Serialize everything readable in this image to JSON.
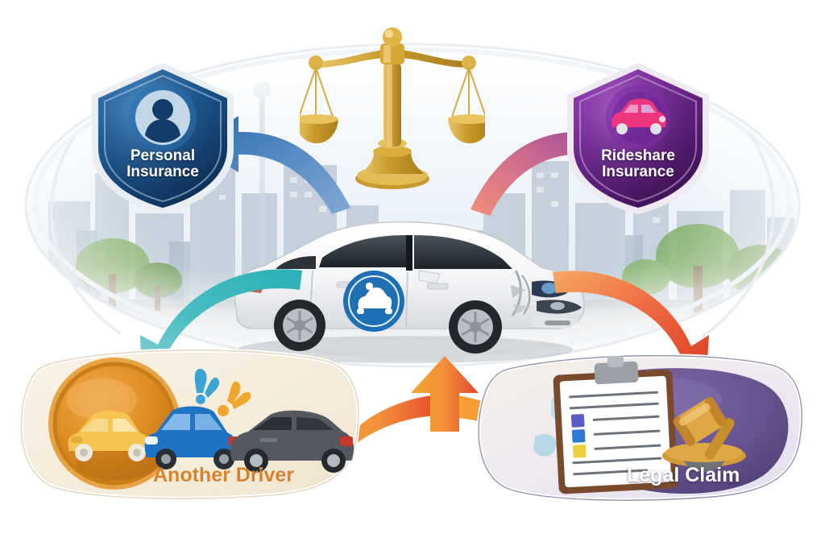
{
  "scene": {
    "title": "Rideshare accident insurance responsibility infographic",
    "background_color": "#ffffff"
  },
  "center": {
    "scales_icon": "scales-of-justice-icon",
    "scales_color": "#d4a32a",
    "vehicle": {
      "name": "damaged-rideshare-sedan",
      "body_color": "#f2f3f5",
      "badge": {
        "icon": "rideshare-car-badge-icon",
        "color": "#1f6fb5"
      },
      "damage": "front-right-fender-damage"
    },
    "backdrop": {
      "name": "city-street-backdrop",
      "sky_color": "#e8f0f6",
      "building_color": "#b9c7d4",
      "tree_color": "#7fae63",
      "road_color": "#c9cdd2"
    }
  },
  "nodes": [
    {
      "id": "personal-insurance",
      "label_line1": "Personal",
      "label_line2": "Insurance",
      "shape": "shield",
      "color_dark": "#0f3f73",
      "color_light": "#2d74b8",
      "icon": "person-avatar-icon"
    },
    {
      "id": "rideshare-insurance",
      "label_line1": "Rideshare",
      "label_line2": "Insurance",
      "shape": "shield",
      "color_dark": "#4d1a63",
      "color_light": "#8f32b0",
      "icon": "pink-car-icon",
      "icon_color": "#ef3b7f"
    },
    {
      "id": "another-driver",
      "label": "Another Driver",
      "shape": "blob-panel",
      "panel_color": "#f6eddc",
      "circle_color": "#e0902a",
      "label_color": "#d9822b",
      "icons": [
        "yellow-car-icon",
        "blue-car-icon",
        "gray-car-icon",
        "collision-burst-icon"
      ]
    },
    {
      "id": "legal-claim",
      "label": "Legal Claim",
      "shape": "blob-panel",
      "panel_color": "#ece9f3",
      "circle_color": "#6b5b93",
      "label_color": "#ffffff",
      "icons": [
        "clipboard-checklist-icon",
        "gavel-icon"
      ]
    }
  ],
  "arrows": [
    {
      "id": "scales-to-personal",
      "from": "scales-of-justice",
      "to": "personal-insurance",
      "color_start": "#7aa7d6",
      "color_end": "#2f6fb4",
      "direction": "left"
    },
    {
      "id": "scales-to-rideshare",
      "from": "scales-of-justice",
      "to": "rideshare-insurance",
      "color_start": "#f08a70",
      "color_end": "#8c3e9e",
      "direction": "right"
    },
    {
      "id": "car-to-another-driver",
      "from": "rideshare-vehicle",
      "to": "another-driver",
      "color_start": "#2fb3b8",
      "color_end": "#7ec9cf",
      "direction": "down-left"
    },
    {
      "id": "car-to-legal-claim",
      "from": "rideshare-vehicle",
      "to": "legal-claim",
      "color_start": "#f7a14a",
      "color_end": "#e3452a",
      "direction": "down-right"
    },
    {
      "id": "bottom-tri-arrow",
      "from": "center-bottom",
      "to": "another-driver,rideshare-vehicle,legal-claim",
      "color_start": "#f6a52c",
      "color_end": "#e5452b",
      "direction": "three-way"
    }
  ]
}
